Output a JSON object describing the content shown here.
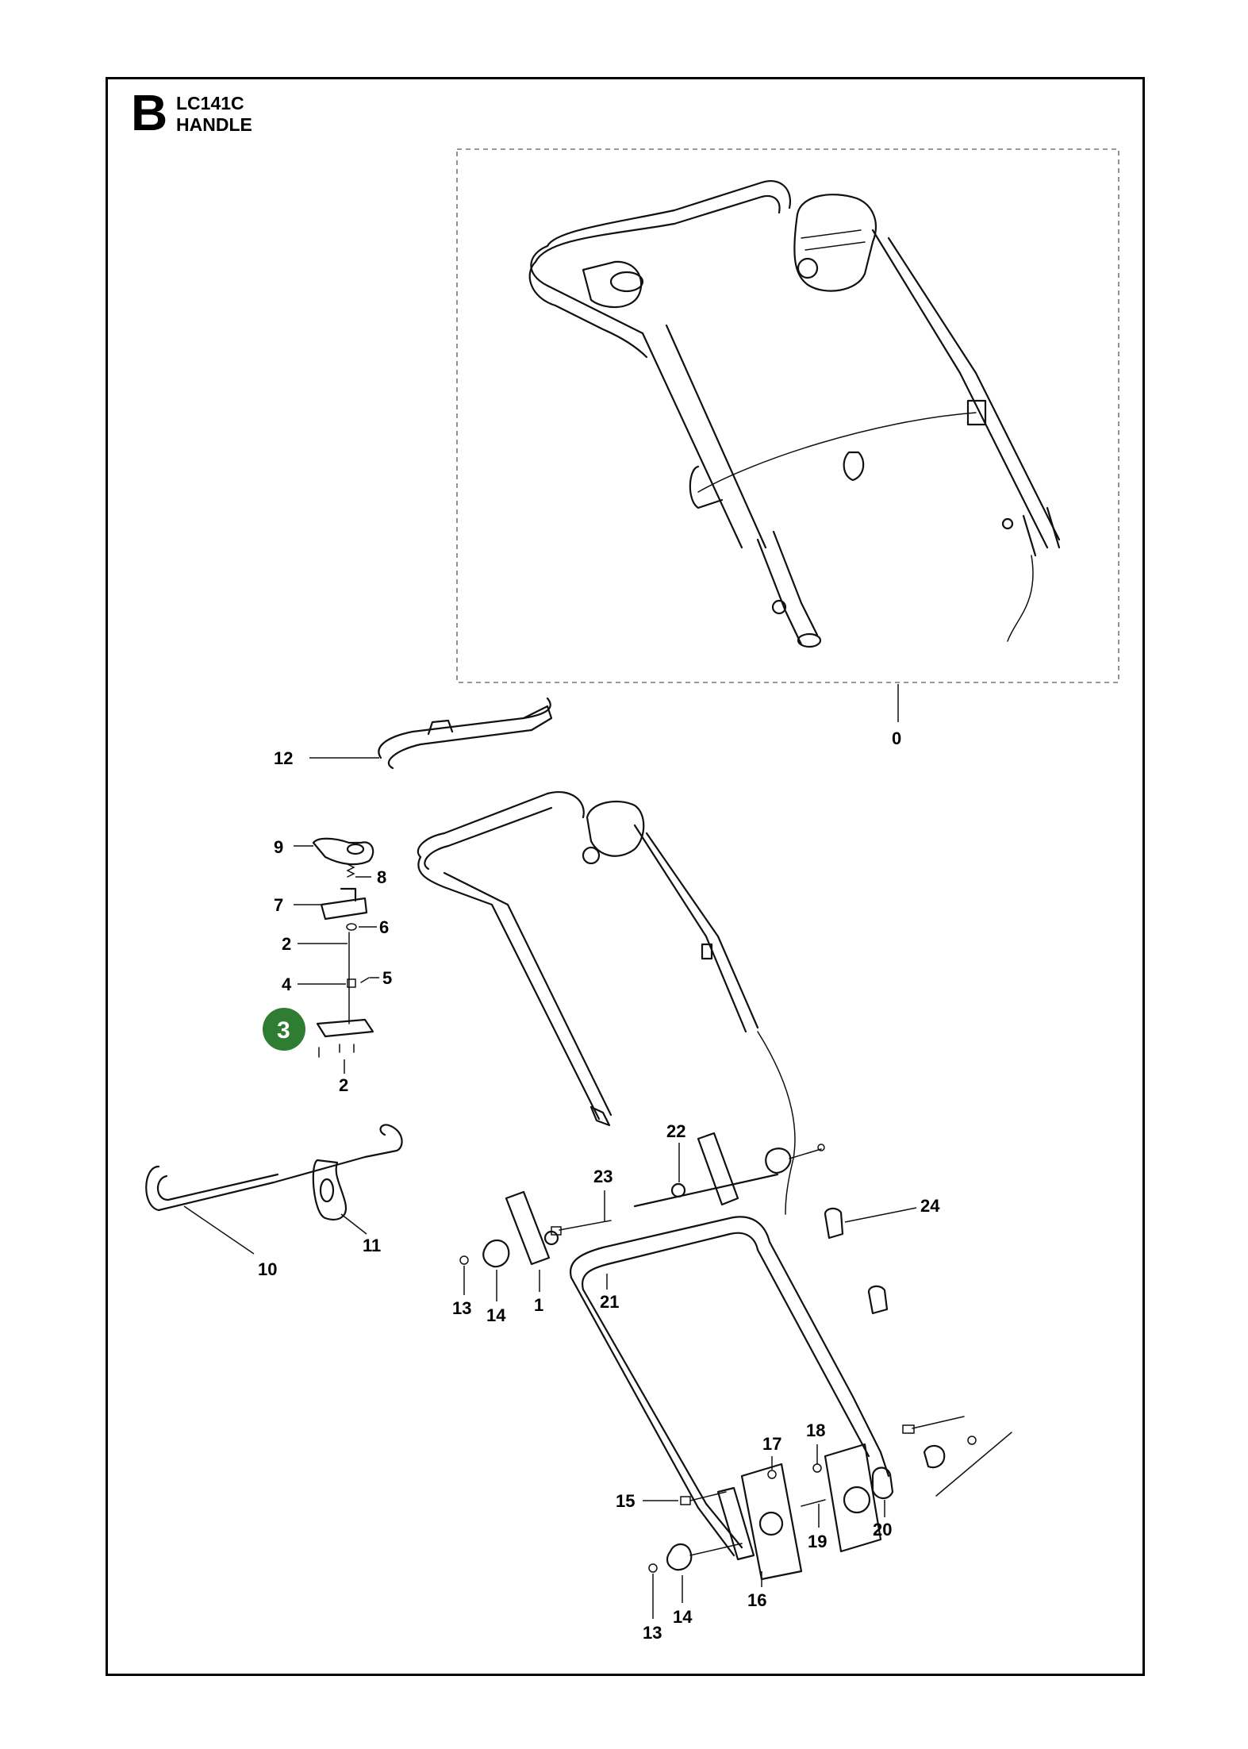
{
  "header": {
    "section_letter": "B",
    "model": "LC141C",
    "title": "HANDLE"
  },
  "highlight": {
    "label": "3",
    "color": "#2e7d32"
  },
  "callouts": {
    "c0": "0",
    "c1": "1",
    "c2a": "2",
    "c2b": "2",
    "c4": "4",
    "c5": "5",
    "c6": "6",
    "c7": "7",
    "c8": "8",
    "c9": "9",
    "c10": "10",
    "c11": "11",
    "c12": "12",
    "c13a": "13",
    "c13b": "13",
    "c14a": "14",
    "c14b": "14",
    "c15": "15",
    "c16": "16",
    "c17": "17",
    "c18": "18",
    "c19": "19",
    "c20": "20",
    "c21": "21",
    "c22": "22",
    "c23": "23",
    "c24": "24"
  }
}
